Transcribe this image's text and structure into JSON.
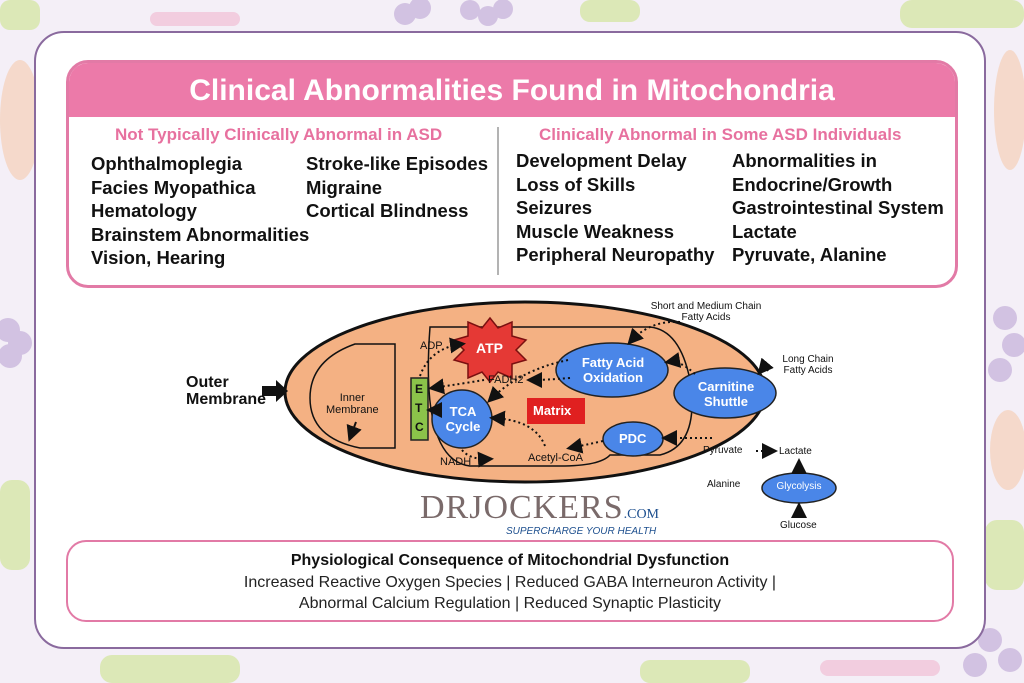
{
  "title": "Clinical Abnormalities Found in Mitochondria",
  "left_column": {
    "heading": "Not Typically Clinically Abnormal in ASD",
    "col1": [
      "Ophthalmoplegia",
      "Facies Myopathica",
      "Hematology",
      "Brainstem Abnormalities",
      "Vision, Hearing"
    ],
    "col2": [
      "Stroke-like Episodes",
      "Migraine",
      "Cortical Blindness"
    ]
  },
  "right_column": {
    "heading": "Clinically Abnormal in Some ASD Individuals",
    "col1": [
      "Development Delay",
      "Loss of Skills",
      "Seizures",
      "Muscle Weakness",
      "Peripheral Neuropathy"
    ],
    "col2": [
      "Abnormalities in",
      "Endocrine/Growth",
      "Gastrointestinal System",
      "Lactate",
      "Pyruvate, Alanine"
    ]
  },
  "diagram": {
    "outer_membrane": [
      "Outer",
      "Membrane"
    ],
    "inner_membrane": [
      "Inner",
      "Membrane"
    ],
    "atp": "ATP",
    "adp": "ADP",
    "etc": [
      "E",
      "T",
      "C"
    ],
    "fadh2": "FADH2",
    "nadh": "NADH",
    "tca": [
      "TCA",
      "Cycle"
    ],
    "matrix": "Matrix",
    "fatty_acid": [
      "Fatty Acid",
      "Oxidation"
    ],
    "carnitine": [
      "Carnitine",
      "Shuttle"
    ],
    "pdc": "PDC",
    "acetyl": "Acetyl-CoA",
    "short_chain": [
      "Short and Medium Chain",
      "Fatty Acids"
    ],
    "long_chain": [
      "Long Chain",
      "Fatty Acids"
    ],
    "pyruvate": "Pyruvate",
    "lactate": "Lactate",
    "alanine": "Alanine",
    "glycolysis": "Glycolysis",
    "glucose": "Glucose"
  },
  "logo": {
    "main": "DRJOCKERS",
    "domain": ".COM",
    "tagline": "SUPERCHARGE YOUR HEALTH"
  },
  "consequences": {
    "title": "Physiological Consequence of Mitochondrial Dysfunction",
    "line1": "Increased Reactive Oxygen Species  | Reduced GABA Interneuron Activity |",
    "line2": "Abnormal Calcium Regulation | Reduced Synaptic Plasticity"
  },
  "colors": {
    "pink": "#ec7aa9",
    "mito_fill": "#f4b183",
    "blue_node": "#4a86e8",
    "atp_red": "#e53935",
    "etc_green": "#8bc34a",
    "matrix_red": "#e02020"
  }
}
